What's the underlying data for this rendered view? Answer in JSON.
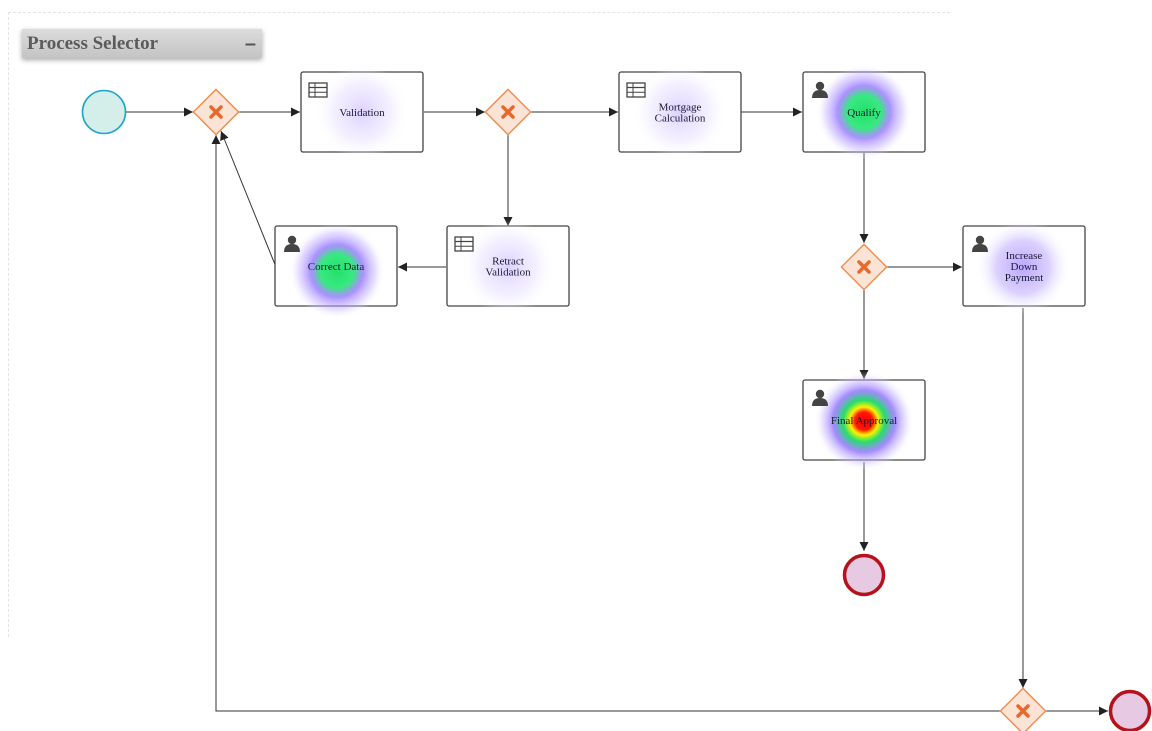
{
  "panel": {
    "title": "Process Selector",
    "collapse_symbol": "–"
  },
  "colors": {
    "start_fill": "#d4efe9",
    "start_stroke": "#1ba5c8",
    "end_fill": "#e8c9e3",
    "end_stroke": "#b5121b",
    "gateway_fill": "#fbe3d5",
    "gateway_stroke": "#f08c4c",
    "gateway_mark": "#e8692b",
    "task_stroke": "#444444",
    "edge": "#333333"
  },
  "tasks": [
    {
      "id": "validation",
      "kind": "business-rule",
      "label": [
        "Validation"
      ],
      "heat": "low"
    },
    {
      "id": "mortgage-calculation",
      "kind": "business-rule",
      "label": [
        "Mortgage",
        "Calculation"
      ],
      "heat": "low"
    },
    {
      "id": "qualify",
      "kind": "user",
      "label": [
        "Qualify"
      ],
      "heat": "medium"
    },
    {
      "id": "retract-validation",
      "kind": "business-rule",
      "label": [
        "Retract",
        "Validation"
      ],
      "heat": "low"
    },
    {
      "id": "correct-data",
      "kind": "user",
      "label": [
        "Correct Data"
      ],
      "heat": "medium"
    },
    {
      "id": "increase-down-payment",
      "kind": "user",
      "label": [
        "Increase",
        "Down",
        "Payment"
      ],
      "heat": "low-medium"
    },
    {
      "id": "final-approval",
      "kind": "user",
      "label": [
        "Final Approval"
      ],
      "heat": "high"
    }
  ],
  "icons": {
    "user": "user-icon",
    "business-rule": "table-icon",
    "gateway": "exclusive-gateway-icon"
  }
}
